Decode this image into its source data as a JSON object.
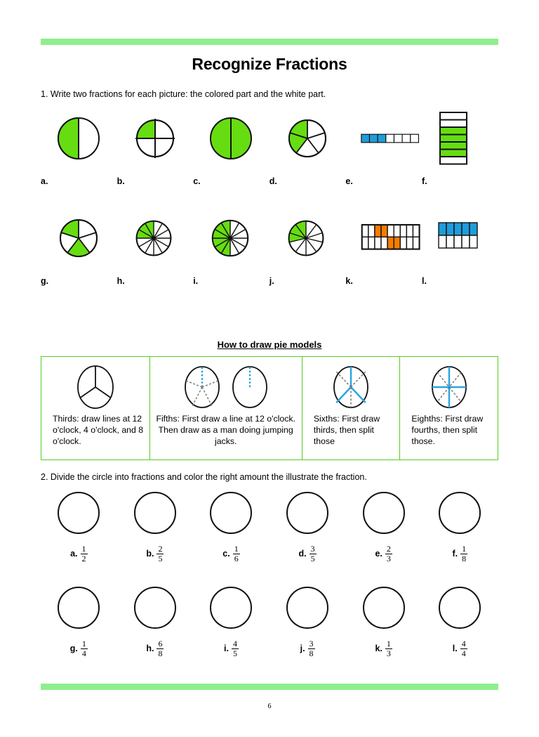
{
  "document": {
    "title": "Recognize Fractions",
    "page_number": "6",
    "accent_color": "#90ee90",
    "box_border_color": "#55cc22",
    "green_fill": "#66dd11",
    "blue_fill": "#1e9ddb",
    "orange_fill": "#f57c00"
  },
  "section1": {
    "instruction": "1. Write two fractions for each picture: the colored part and the white part.",
    "items": [
      {
        "label": "a.",
        "kind": "pie",
        "parts": 2,
        "colored": 1,
        "color": "green",
        "start": 90,
        "full_outline": true
      },
      {
        "label": "b.",
        "kind": "pie",
        "parts": 4,
        "colored": 1,
        "color": "green",
        "start": 90
      },
      {
        "label": "c.",
        "kind": "pie",
        "parts": 2,
        "colored": 2,
        "color": "green",
        "start": 90
      },
      {
        "label": "d.",
        "kind": "pie",
        "parts": 5,
        "colored": 2,
        "color": "green",
        "start": 90
      },
      {
        "label": "e.",
        "kind": "bar",
        "rows": 1,
        "cols": 7,
        "colored_cells": [
          0,
          1,
          2
        ],
        "color": "blue"
      },
      {
        "label": "f.",
        "kind": "vbar",
        "rows": 7,
        "cols": 1,
        "colored_cells": [
          2,
          3,
          4,
          5
        ],
        "color": "green"
      },
      {
        "label": "g.",
        "kind": "pie",
        "parts": 5,
        "colored_indices": [
          0,
          3
        ],
        "color": "green",
        "start": 90
      },
      {
        "label": "h.",
        "kind": "pie",
        "parts": 12,
        "colored": 3,
        "color": "green",
        "start": 90
      },
      {
        "label": "i.",
        "kind": "pie",
        "parts": 12,
        "colored": 6,
        "color": "green",
        "start": 90
      },
      {
        "label": "j.",
        "kind": "pie",
        "parts": 10,
        "colored": 3,
        "color": "green",
        "start": 90
      },
      {
        "label": "k.",
        "kind": "bar",
        "rows": 2,
        "cols": 9,
        "colored_cells": [
          2,
          3,
          14,
          15
        ],
        "color": "orange"
      },
      {
        "label": "l.",
        "kind": "bar",
        "rows": 2,
        "cols": 5,
        "colored_cells": [
          0,
          1,
          2,
          3,
          4
        ],
        "color": "blue"
      }
    ]
  },
  "howto": {
    "title": "How to draw pie models",
    "cells": [
      {
        "text": "Thirds: draw lines at 12 o'clock, 4 o'clock, and 8 o'clock.",
        "align": "left",
        "figure": "thirds"
      },
      {
        "text": "Fifths: First draw a line at 12 o'clock. Then draw as a man doing jumping jacks.",
        "align": "center",
        "figure": "fifths"
      },
      {
        "text": "Sixths: First draw thirds, then split those",
        "align": "left",
        "figure": "sixths"
      },
      {
        "text": "Eighths: First draw fourths, then split those.",
        "align": "left",
        "figure": "eighths"
      }
    ]
  },
  "section2": {
    "instruction": "2. Divide the circle into fractions and color the right amount the illustrate the fraction.",
    "items": [
      {
        "label": "a.",
        "numerator": "1",
        "denominator": "2"
      },
      {
        "label": "b.",
        "numerator": "2",
        "denominator": "5"
      },
      {
        "label": "c.",
        "numerator": "1",
        "denominator": "6"
      },
      {
        "label": "d.",
        "numerator": "3",
        "denominator": "5"
      },
      {
        "label": "e.",
        "numerator": "2",
        "denominator": "3"
      },
      {
        "label": "f.",
        "numerator": "1",
        "denominator": "8"
      },
      {
        "label": "g.",
        "numerator": "1",
        "denominator": "4"
      },
      {
        "label": "h.",
        "numerator": "6",
        "denominator": "8"
      },
      {
        "label": "i.",
        "numerator": "4",
        "denominator": "5"
      },
      {
        "label": "j.",
        "numerator": "3",
        "denominator": "8"
      },
      {
        "label": "k.",
        "numerator": "1",
        "denominator": "3"
      },
      {
        "label": "l.",
        "numerator": "4",
        "denominator": "4"
      }
    ]
  }
}
